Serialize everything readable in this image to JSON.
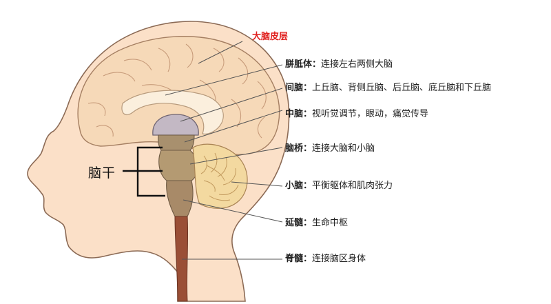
{
  "labels": {
    "cortex": "大脑皮层",
    "corpus_callosum": {
      "name": "胼胝体：",
      "desc": "连接左右两侧大脑"
    },
    "diencephalon": {
      "name": "间脑：",
      "desc": "上丘脑、背侧丘脑、后丘脑、底丘脑和下丘脑"
    },
    "midbrain": {
      "name": "中脑：",
      "desc": "视听觉调节，眼动，痛觉传导"
    },
    "pons": {
      "name": "脑桥：",
      "desc": "连接大脑和小脑"
    },
    "cerebellum": {
      "name": "小脑：",
      "desc": "平衡躯体和肌肉张力"
    },
    "medulla": {
      "name": "延髓：",
      "desc": "生命中枢"
    },
    "spinal_cord": {
      "name": "脊髓：",
      "desc": "连接脑区身体"
    },
    "brainstem": "脑干"
  },
  "colors": {
    "skin": "#fbe0c8",
    "cortex": "#f6d9b8",
    "corpus_callosum": "#fbefdd",
    "thalamus": "#c3b8c4",
    "midbrain": "#a8906e",
    "pons": "#b49a72",
    "medulla": "#a88a68",
    "cerebellum": "#f3d9a0",
    "spinal_cord": "#9a4f36",
    "cortex_label": "#e0201e"
  }
}
